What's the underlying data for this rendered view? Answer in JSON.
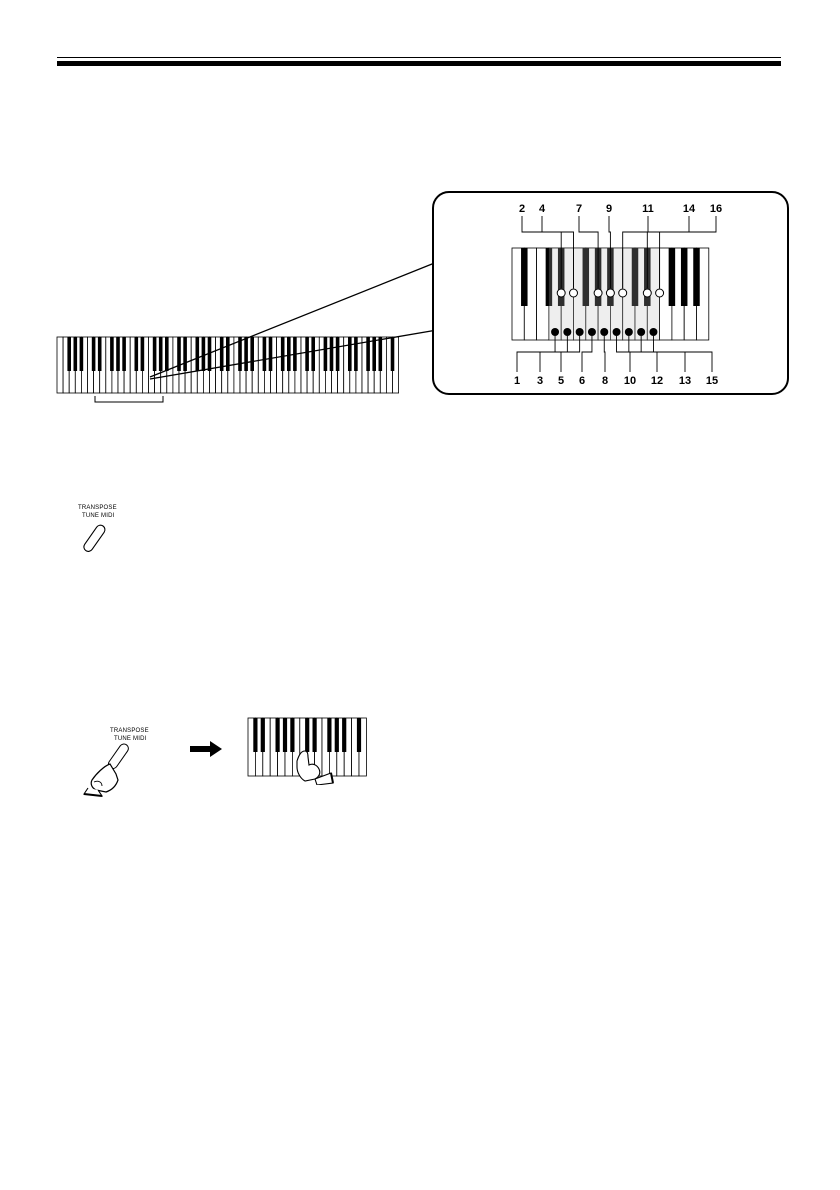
{
  "figure1": {
    "top_numbers": [
      "2",
      "4",
      "7",
      "9",
      "11",
      "14",
      "16"
    ],
    "bottom_numbers": [
      "1",
      "3",
      "5",
      "6",
      "8",
      "10",
      "12",
      "13",
      "15"
    ]
  },
  "button_panel": {
    "line1": "TRANSPOSE",
    "line2": "TUNE MIDI"
  },
  "step2": {
    "button_line1": "TRANSPOSE",
    "button_line2": "TUNE MIDI"
  }
}
